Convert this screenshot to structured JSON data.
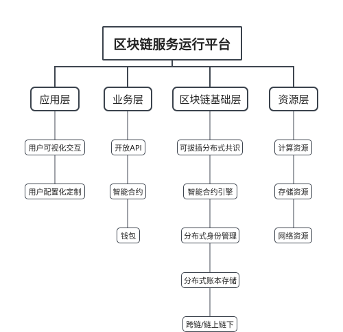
{
  "root": {
    "label": "区块链服务运行平台"
  },
  "categories": [
    {
      "label": "应用层",
      "items": [
        "用户可视化交互",
        "用户配置化定制"
      ]
    },
    {
      "label": "业务层",
      "items": [
        "开放API",
        "智能合约",
        "钱包"
      ]
    },
    {
      "label": "区块链基础层",
      "items": [
        "可拔插分布式共识",
        "智能合约引擎",
        "分布式身份管理",
        "分布式账本存储",
        "跨链/链上链下"
      ]
    },
    {
      "label": "资源层",
      "items": [
        "计算资源",
        "存储资源",
        "网络资源"
      ]
    }
  ],
  "colors": {
    "line": "#3f4650",
    "border": "#3a424c",
    "background": "#ffffff"
  }
}
